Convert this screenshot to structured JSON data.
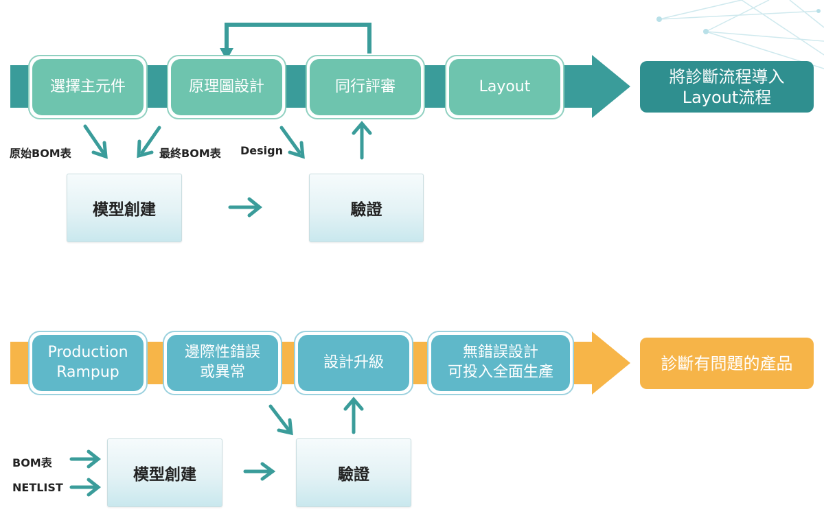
{
  "colors": {
    "teal_band": "#3a9c9a",
    "teal_stage": "#6ec4ae",
    "teal_outcome": "#2f8f8f",
    "orange_band": "#f7b548",
    "orange_outcome": "#f6b448",
    "blue_stage": "#5fb8c9",
    "arrow": "#3a9c9a"
  },
  "top_flow": {
    "stages": [
      "選擇主元件",
      "原理圖設計",
      "同行評審",
      "Layout"
    ],
    "outcome": [
      "將診斷流程導入",
      "Layout流程"
    ],
    "inputs": {
      "bom_original": "原始BOM表",
      "bom_final": "最終BOM表",
      "design": "Design"
    },
    "sub_boxes": [
      "模型創建",
      "驗證"
    ]
  },
  "bottom_flow": {
    "stages": [
      [
        "Production",
        "Rampup"
      ],
      [
        "邊際性錯誤",
        "或異常"
      ],
      [
        "設計升級"
      ],
      [
        "無錯誤設計",
        "可投入全面生產"
      ]
    ],
    "outcome": "診斷有問題的產品",
    "inputs": {
      "bom": "BOM表",
      "netlist": "NETLIST"
    },
    "sub_boxes": [
      "模型創建",
      "驗證"
    ]
  },
  "decor": {
    "network_icon": "network-lines-icon"
  }
}
